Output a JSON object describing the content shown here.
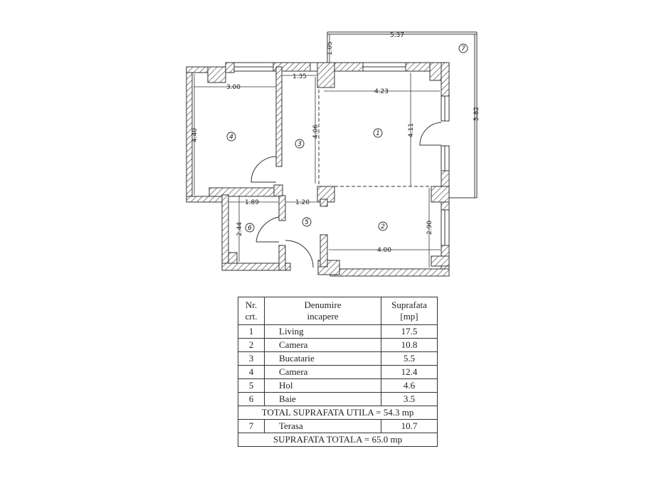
{
  "floor_plan": {
    "dimensions": {
      "terrace_width": "5.37",
      "terrace_height": "5.82",
      "terrace_offset": "1.05",
      "room4_width": "3.00",
      "room4_height": "4.40",
      "room3_width": "1.35",
      "room3_height": "4.06",
      "room1_width": "4.23",
      "room1_height": "4.11",
      "room6_width": "1.89",
      "room6_height": "2.44",
      "hall_width": "1.20",
      "room2_width": "4.00",
      "room2_height": "2.90"
    },
    "room_labels": [
      "1",
      "2",
      "3",
      "4",
      "5",
      "6",
      "7"
    ]
  },
  "table": {
    "headers": {
      "nr": [
        "Nr.",
        "crt."
      ],
      "name": [
        "Denumire",
        "incapere"
      ],
      "area": [
        "Suprafata",
        "[mp]"
      ]
    },
    "rows": [
      {
        "nr": "1",
        "name": "Living",
        "area": "17.5"
      },
      {
        "nr": "2",
        "name": "Camera",
        "area": "10.8"
      },
      {
        "nr": "3",
        "name": "Bucatarie",
        "area": "5.5"
      },
      {
        "nr": "4",
        "name": "Camera",
        "area": "12.4"
      },
      {
        "nr": "5",
        "name": "Hol",
        "area": "4.6"
      },
      {
        "nr": "6",
        "name": "Baie",
        "area": "3.5"
      }
    ],
    "total_util": "TOTAL SUPRAFATA UTILA = 54.3 mp",
    "terrace_row": {
      "nr": "7",
      "name": "Terasa",
      "area": "10.7"
    },
    "total": "SUPRAFATA TOTALA = 65.0 mp"
  }
}
